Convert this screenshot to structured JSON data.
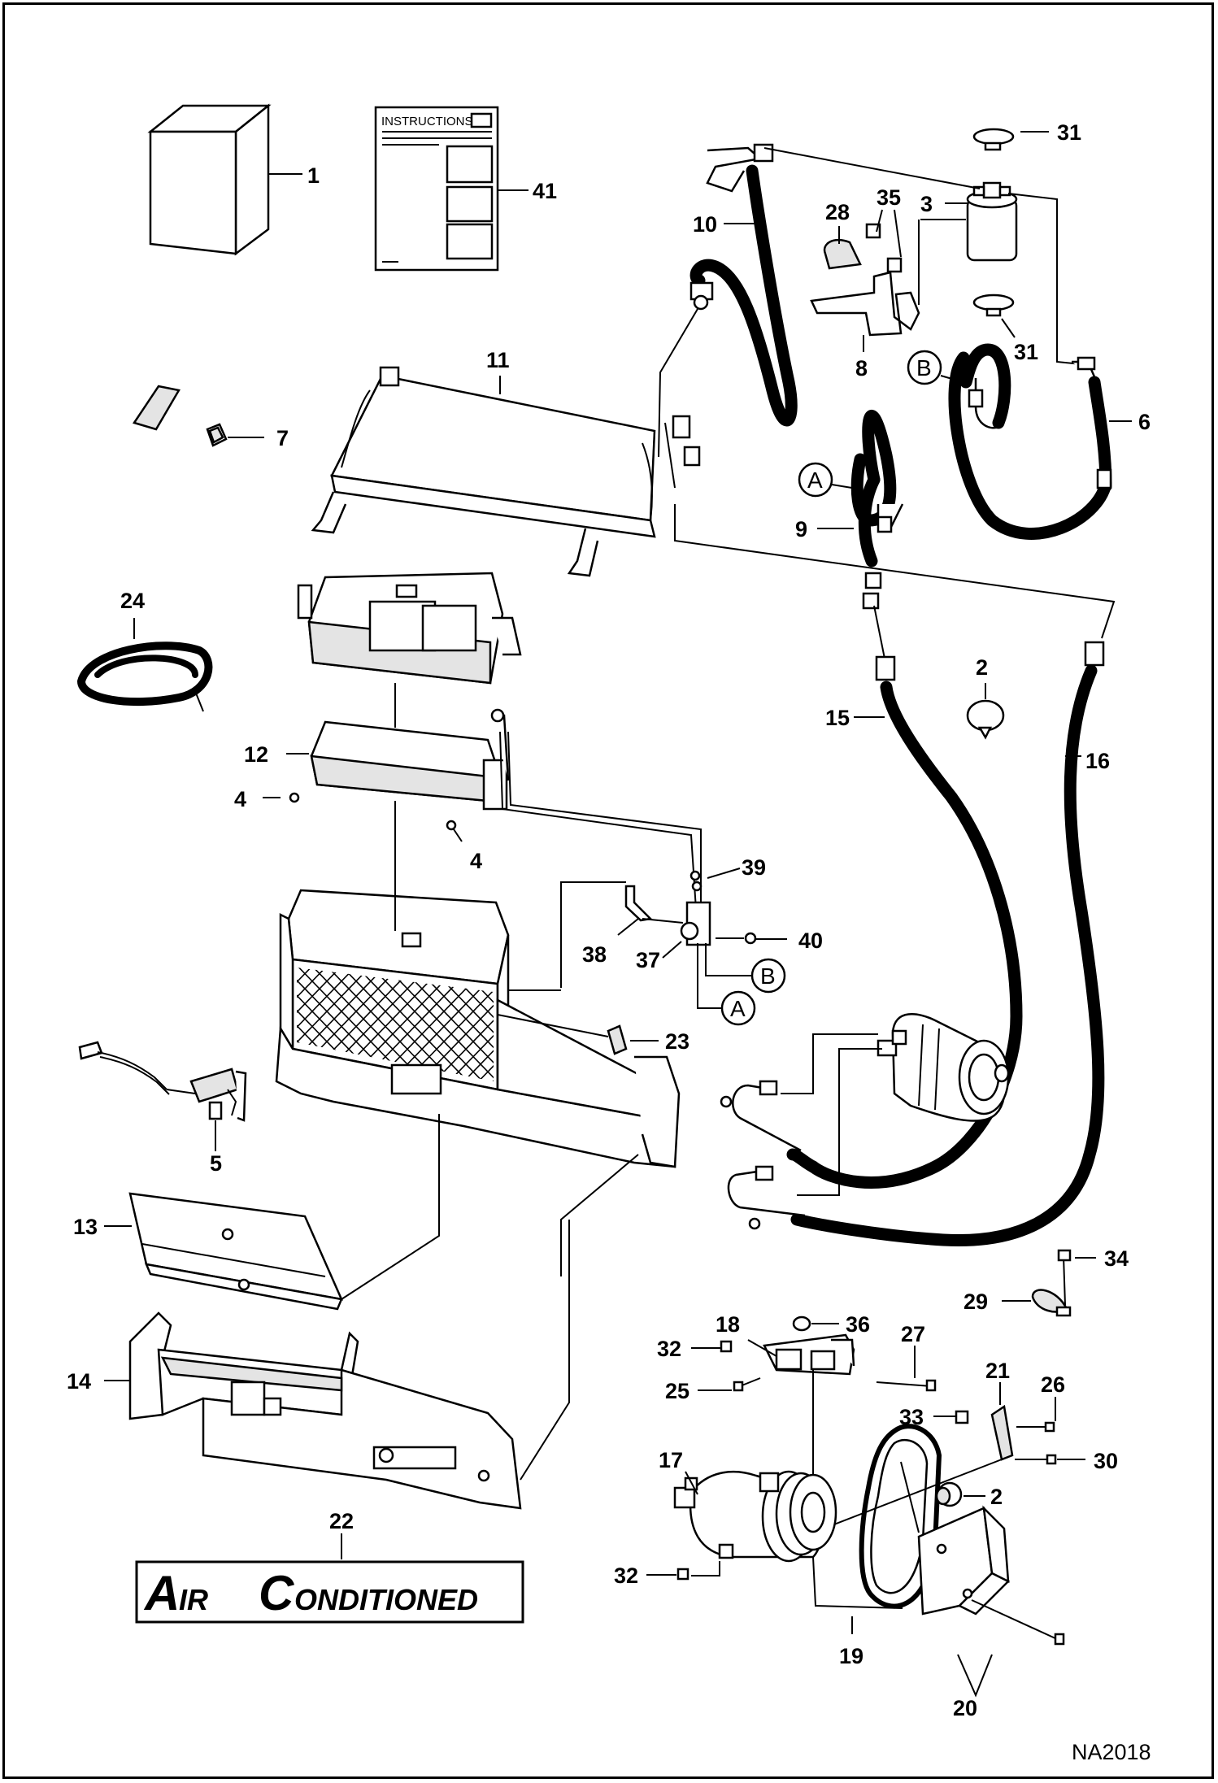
{
  "diagram": {
    "figure_id": "NA2018",
    "instructions_title": "INSTRUCTIONS",
    "decal": {
      "big_a": "A",
      "small_ir": "IR",
      "big_c": "C",
      "small_onditioned": "ONDITIONED"
    },
    "callouts": [
      {
        "id": "c1",
        "label": "1"
      },
      {
        "id": "c41",
        "label": "41"
      },
      {
        "id": "c31a",
        "label": "31"
      },
      {
        "id": "c31b",
        "label": "31"
      },
      {
        "id": "c10",
        "label": "10"
      },
      {
        "id": "c28",
        "label": "28"
      },
      {
        "id": "c35",
        "label": "35"
      },
      {
        "id": "c3",
        "label": "3"
      },
      {
        "id": "c8",
        "label": "8"
      },
      {
        "id": "c6",
        "label": "6"
      },
      {
        "id": "c7",
        "label": "7"
      },
      {
        "id": "c11",
        "label": "11"
      },
      {
        "id": "c9",
        "label": "9"
      },
      {
        "id": "c24",
        "label": "24"
      },
      {
        "id": "c2a",
        "label": "2"
      },
      {
        "id": "c15",
        "label": "15"
      },
      {
        "id": "c16",
        "label": "16"
      },
      {
        "id": "c12",
        "label": "12"
      },
      {
        "id": "c4a",
        "label": "4"
      },
      {
        "id": "c4b",
        "label": "4"
      },
      {
        "id": "c39",
        "label": "39"
      },
      {
        "id": "c40",
        "label": "40"
      },
      {
        "id": "c38",
        "label": "38"
      },
      {
        "id": "c37",
        "label": "37"
      },
      {
        "id": "c23",
        "label": "23"
      },
      {
        "id": "c5",
        "label": "5"
      },
      {
        "id": "c13",
        "label": "13"
      },
      {
        "id": "c34",
        "label": "34"
      },
      {
        "id": "c29",
        "label": "29"
      },
      {
        "id": "c18",
        "label": "18"
      },
      {
        "id": "c36",
        "label": "36"
      },
      {
        "id": "c27",
        "label": "27"
      },
      {
        "id": "c32a",
        "label": "32"
      },
      {
        "id": "c25",
        "label": "25"
      },
      {
        "id": "c14",
        "label": "14"
      },
      {
        "id": "c21",
        "label": "21"
      },
      {
        "id": "c26",
        "label": "26"
      },
      {
        "id": "c33",
        "label": "33"
      },
      {
        "id": "c30",
        "label": "30"
      },
      {
        "id": "c17",
        "label": "17"
      },
      {
        "id": "c2b",
        "label": "2"
      },
      {
        "id": "c22",
        "label": "22"
      },
      {
        "id": "c32b",
        "label": "32"
      },
      {
        "id": "c19",
        "label": "19"
      },
      {
        "id": "c20",
        "label": "20"
      }
    ],
    "circle_labels": [
      {
        "id": "cB1",
        "label": "B"
      },
      {
        "id": "cA1",
        "label": "A"
      },
      {
        "id": "cB2",
        "label": "B"
      },
      {
        "id": "cA2",
        "label": "A"
      }
    ]
  }
}
